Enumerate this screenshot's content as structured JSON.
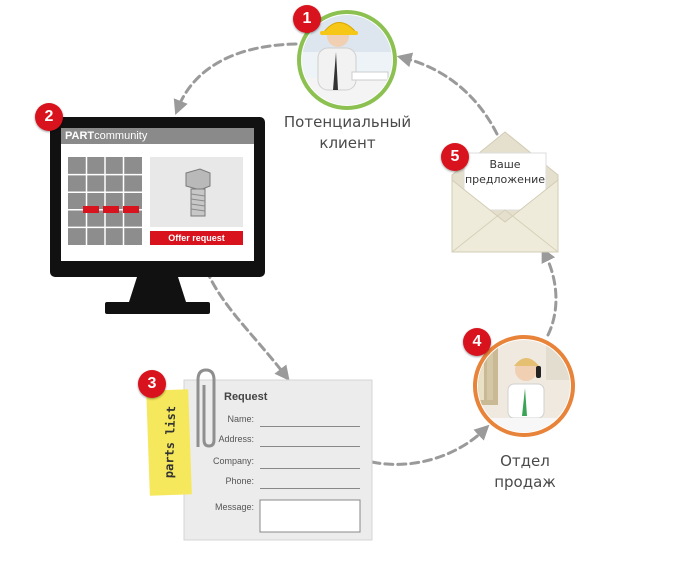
{
  "nodes": {
    "client": {
      "number": "1",
      "caption_line1": "Потенциальный",
      "caption_line2": "клиент"
    },
    "portal": {
      "number": "2",
      "brand_bold": "PART",
      "brand_regular": "community",
      "offer_button": "Offer request"
    },
    "request": {
      "number": "3",
      "sticky_note": "parts list",
      "title": "Request",
      "fields": [
        "Name:",
        "Address:",
        "Company:",
        "Phone:",
        "Message:"
      ]
    },
    "sales": {
      "number": "4",
      "caption_line1": "Отдел",
      "caption_line2": "продаж"
    },
    "offer": {
      "number": "5",
      "letter_line1": "Ваше",
      "letter_line2": "предложение"
    }
  },
  "colors": {
    "badge": "#d9131d",
    "client_ring": "#8cc152",
    "sales_ring": "#e8833a",
    "arrow": "#9a9a9a",
    "monitor": "#111111",
    "sticky": "#f5e85c"
  }
}
